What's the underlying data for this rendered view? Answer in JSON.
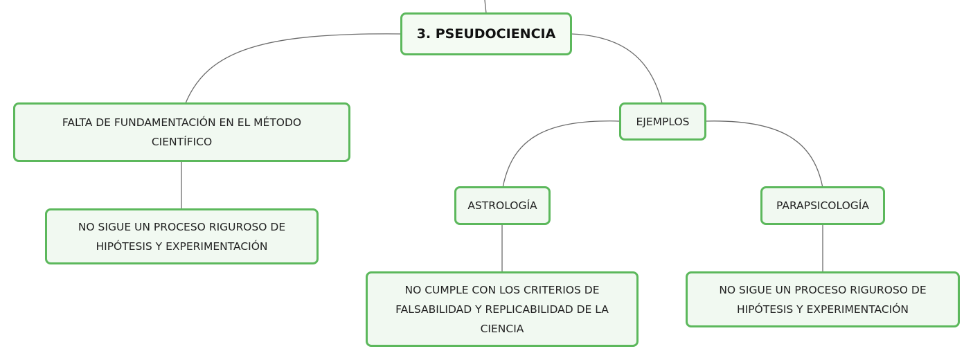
{
  "nodes": {
    "root": {
      "label": "3. PSEUDOCIENCIA"
    },
    "falta": {
      "label": "FALTA DE FUNDAMENTACIÓN EN EL MÉTODO\nCIENTÍFICO"
    },
    "no_sigue_left": {
      "label": "NO SIGUE UN PROCESO RIGUROSO DE\nHIPÓTESIS Y EXPERIMENTACIÓN"
    },
    "ejemplos": {
      "label": "EJEMPLOS"
    },
    "astrologia": {
      "label": "ASTROLOGÍA"
    },
    "parapsicologia": {
      "label": "PARAPSICOLOGÍA"
    },
    "no_cumple": {
      "label": "NO CUMPLE CON LOS CRITERIOS DE\nFALSABILIDAD Y REPLICABILIDAD DE LA\nCIENCIA"
    },
    "no_sigue_right": {
      "label": "NO SIGUE UN PROCESO RIGUROSO DE\nHIPÓTESIS Y EXPERIMENTACIÓN"
    }
  },
  "colors": {
    "node_border": "#5cb85c",
    "node_fill": "#f1f9f1",
    "connector": "#6b6b6b",
    "text": "#222222"
  }
}
